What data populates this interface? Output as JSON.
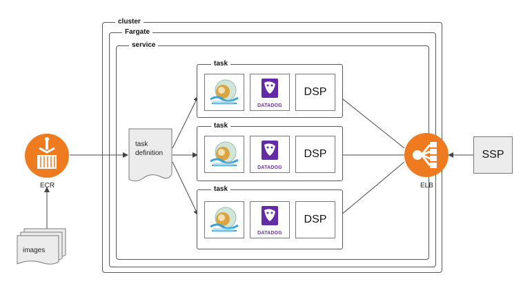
{
  "cluster": {
    "label": "cluster"
  },
  "fargate": {
    "label": "Fargate"
  },
  "service": {
    "label": "service"
  },
  "tasks": [
    {
      "label": "task",
      "datadog_label": "DATADOG",
      "dsp_label": "DSP"
    },
    {
      "label": "task",
      "datadog_label": "DATADOG",
      "dsp_label": "DSP"
    },
    {
      "label": "task",
      "datadog_label": "DATADOG",
      "dsp_label": "DSP"
    }
  ],
  "task_definition": {
    "line1": "task",
    "line2": "definition"
  },
  "ecr": {
    "label": "ECR"
  },
  "images": {
    "label": "images"
  },
  "elb": {
    "label": "ELB"
  },
  "ssp": {
    "label": "SSP"
  },
  "colors": {
    "aws_orange": "#ef7b21",
    "datadog_purple": "#632ca6",
    "frame": "#555555"
  },
  "icons": {
    "ecr": "ecr-icon",
    "elb": "elb-icon",
    "fluentd": "fluentd-icon",
    "datadog": "datadog-icon"
  }
}
